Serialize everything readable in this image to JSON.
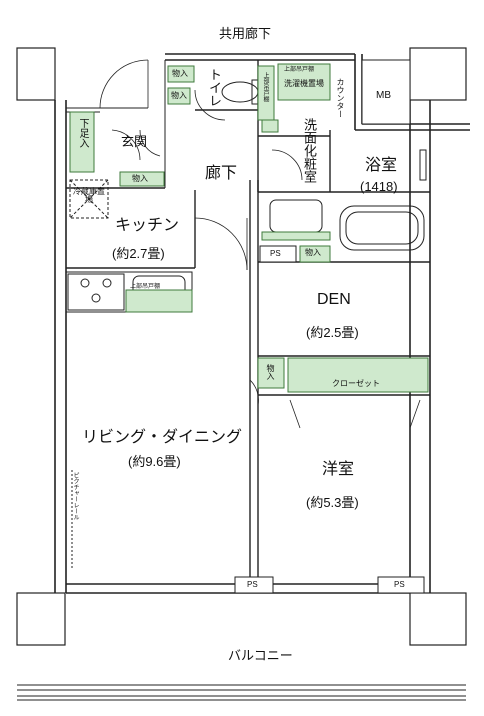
{
  "corridor": "共用廊下",
  "balcony": "バルコニー",
  "mb": "MB",
  "rooms": {
    "entrance": "玄関",
    "hallway": "廊下",
    "toilet": "トイレ",
    "washroom": "洗面化粧室",
    "bathroom": "浴室",
    "bath_size": "(1418)",
    "kitchen": "キッチン",
    "kitchen_size": "(約2.7畳)",
    "den": "DEN",
    "den_size": "(約2.5畳)",
    "living": "リビング・ダイニング",
    "living_size": "(約9.6畳)",
    "western": "洋室",
    "western_size": "(約5.3畳)"
  },
  "storage": {
    "monoire": "物入",
    "shoe_box": "下足入",
    "fridge": "冷蔵庫置場",
    "washer": "洗濯機置場",
    "counter": "カウンター",
    "upper_shelf": "上部吊戸棚",
    "closet": "クローゼット",
    "ps": "PS",
    "picture_rail": "ピクチャーレール"
  },
  "colors": {
    "wall": "#3a3a3a",
    "storage_fill": "#cfe9cd",
    "storage_stroke": "#3f7a3c"
  }
}
